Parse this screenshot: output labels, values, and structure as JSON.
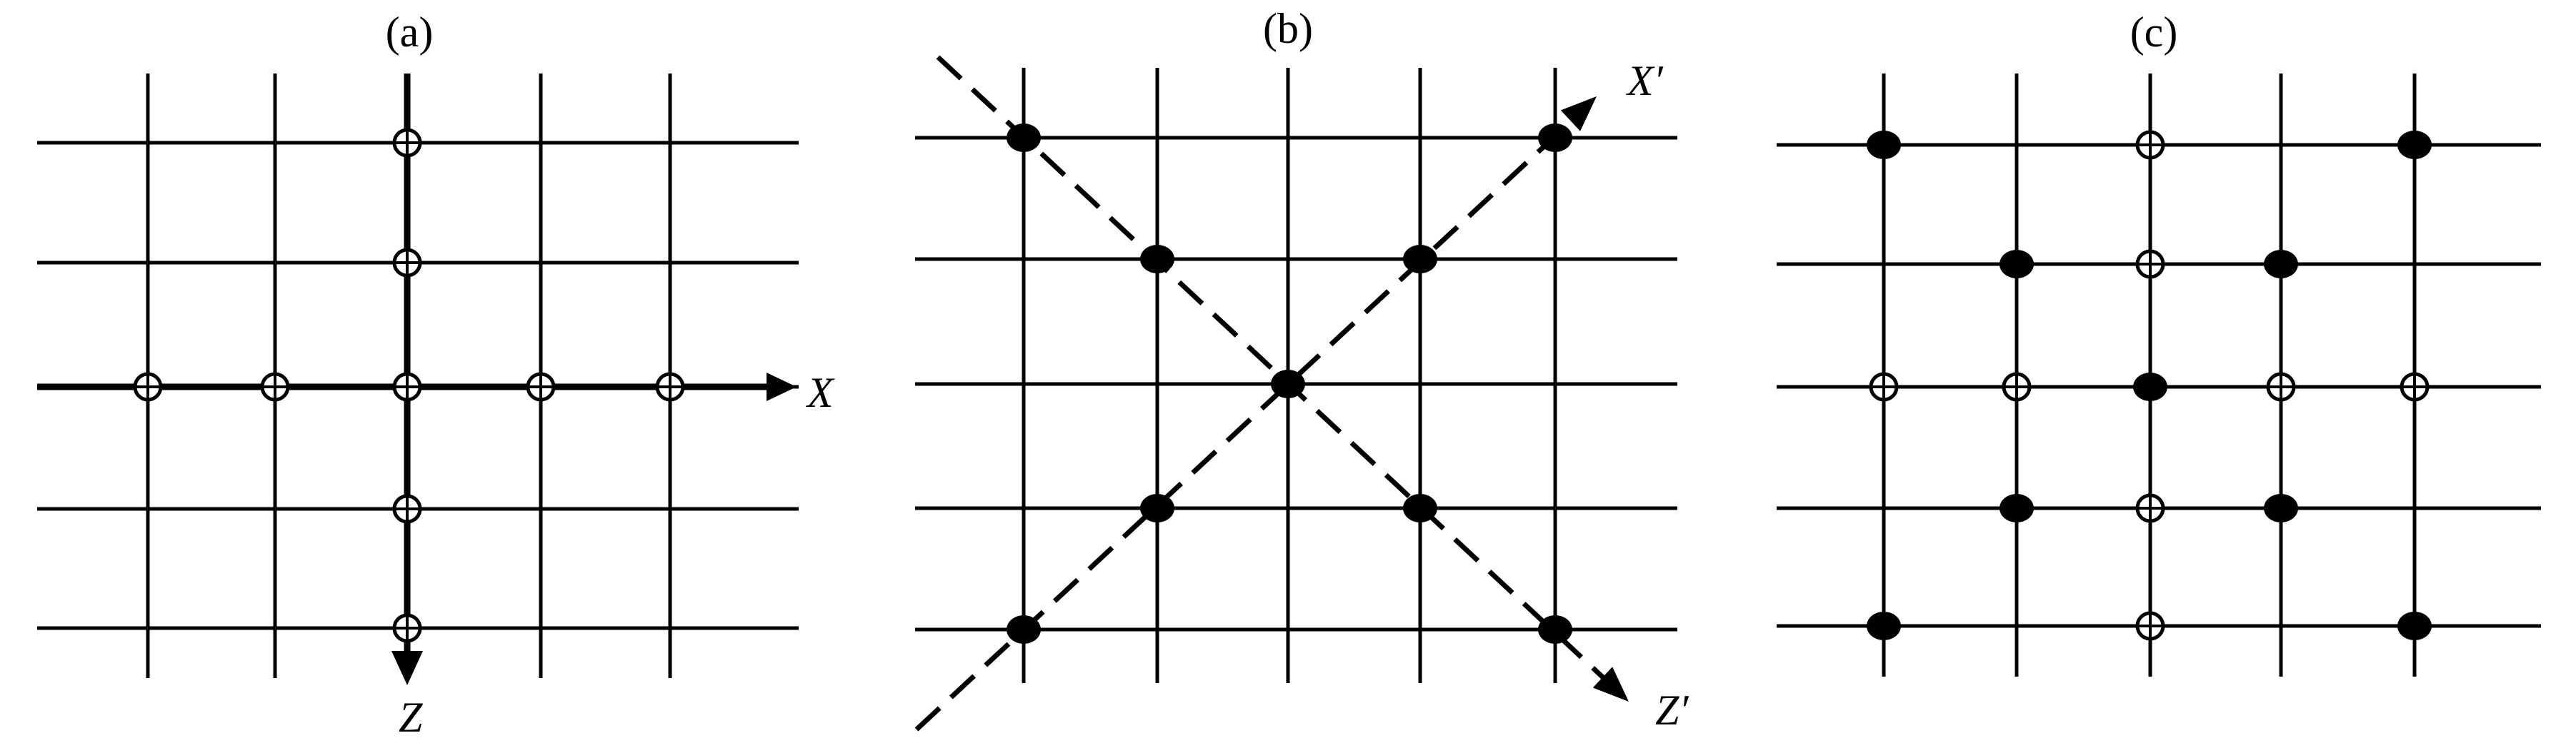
{
  "panels": [
    {
      "label": "(a)",
      "axes": [
        {
          "name": "X",
          "style": "solid"
        },
        {
          "name": "Z",
          "style": "solid"
        }
      ],
      "open_points": [
        [
          0,
          2
        ],
        [
          1,
          2
        ],
        [
          2,
          2
        ],
        [
          3,
          2
        ],
        [
          4,
          2
        ],
        [
          2,
          0
        ],
        [
          2,
          1
        ],
        [
          2,
          3
        ],
        [
          2,
          4
        ]
      ],
      "filled_points": []
    },
    {
      "label": "(b)",
      "axes": [
        {
          "name": "X′",
          "style": "dashed"
        },
        {
          "name": "Z′",
          "style": "dashed"
        }
      ],
      "open_points": [],
      "filled_points": [
        [
          0,
          0
        ],
        [
          4,
          0
        ],
        [
          1,
          1
        ],
        [
          3,
          1
        ],
        [
          2,
          2
        ],
        [
          1,
          3
        ],
        [
          3,
          3
        ],
        [
          0,
          4
        ],
        [
          4,
          4
        ]
      ]
    },
    {
      "label": "(c)",
      "axes": [],
      "open_points": [
        [
          2,
          0
        ],
        [
          2,
          1
        ],
        [
          0,
          2
        ],
        [
          1,
          2
        ],
        [
          3,
          2
        ],
        [
          4,
          2
        ],
        [
          2,
          3
        ],
        [
          2,
          4
        ]
      ],
      "filled_points": [
        [
          0,
          0
        ],
        [
          4,
          0
        ],
        [
          1,
          1
        ],
        [
          3,
          1
        ],
        [
          2,
          2
        ],
        [
          1,
          3
        ],
        [
          3,
          3
        ],
        [
          0,
          4
        ],
        [
          4,
          4
        ]
      ]
    }
  ],
  "colors": {
    "ink": "#000000",
    "background": "#ffffff"
  }
}
